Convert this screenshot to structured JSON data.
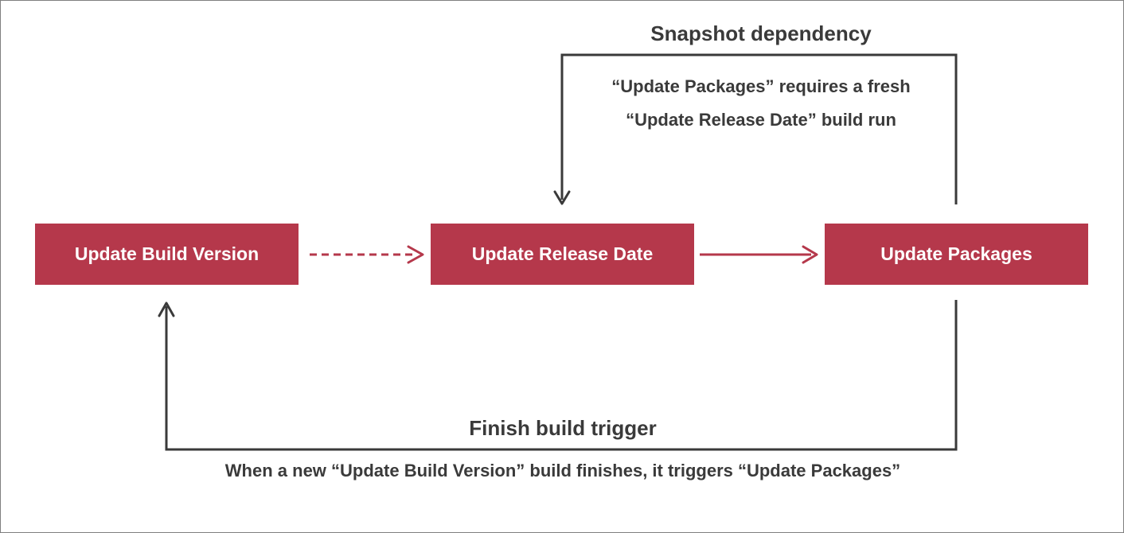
{
  "nodes": {
    "update_build_version": "Update Build Version",
    "update_release_date": "Update Release Date",
    "update_packages": "Update Packages"
  },
  "snapshot_dependency": {
    "title": "Snapshot dependency",
    "description_line1": "“Update Packages” requires a fresh",
    "description_line2": "“Update Release Date” build run"
  },
  "finish_build_trigger": {
    "title": "Finish build trigger",
    "description": "When a new “Update Build Version” build finishes, it triggers “Update Packages”"
  },
  "colors": {
    "node_fill": "#b5384b",
    "node_text": "#ffffff",
    "primary_arrow": "#b5384b",
    "secondary_arrow": "#3a3a3a",
    "text": "#3a3a3a"
  }
}
